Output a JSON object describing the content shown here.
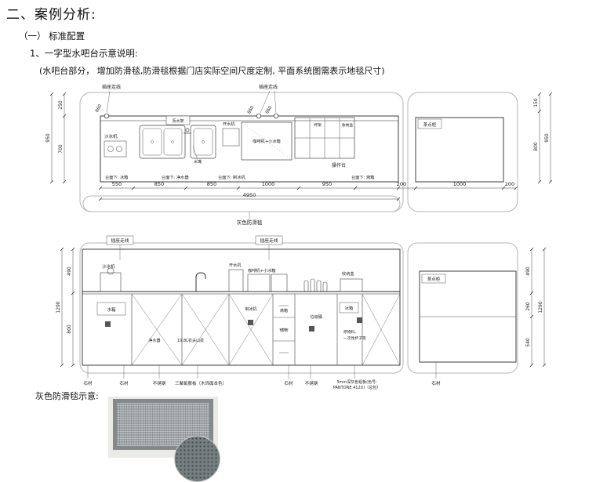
{
  "header": {
    "title": "二、案例分析:",
    "section": "（一） 标准配置",
    "item": "1、一字型水吧台示意说明:",
    "note": "(水吧台部分， 增加防滑毯,防滑毯根据门店实际空间尺度定制, 平面系统图需表示地毯尺寸)"
  },
  "plan": {
    "socket_left": "插座走线",
    "socket_right": "插座走线",
    "outlet_dims": [
      "860",
      "860",
      "860"
    ],
    "slush": "沙冰机",
    "rack": "沥水架",
    "faucet": "水嘴",
    "boiler": "开水机",
    "coffee": "咖啡机+小冰箱",
    "cup_rack": "杯架",
    "storage": "收纳盒",
    "worktop": "操作台",
    "tea_cabinet": "茶点柜",
    "mat_label": "灰色防滑毯",
    "under_fridge": "台面下: 冰箱",
    "under_purifier": "台面下: 净水器",
    "under_ice": "台面下: 制冰机",
    "under_oven": "台面下: 烤箱",
    "dim_250": "250",
    "dim_950l": "950",
    "dim_700": "700",
    "dim_150": "150",
    "dim_800r": "800",
    "dim_950r": "950",
    "seg_dims": [
      "550",
      "850",
      "850",
      "1000",
      "950",
      "200"
    ],
    "dim_total": "4950",
    "dim_1000r": "1000",
    "dim_200r": "200"
  },
  "elevation": {
    "socket_left": "插座走线",
    "socket_right": "插座走线",
    "slush": "沙冰机",
    "boiler": "开水机",
    "coffee": "咖啡机+小冰箱",
    "storage": "收纳盒",
    "tank": "水箱",
    "purifier": "净水器",
    "spring_water": "19.8L农夫山泉",
    "ice_maker": "制冰机",
    "oven": "烤箱",
    "drawer": "储物",
    "trash": "垃圾桶",
    "fridge": "冰箱",
    "supplies1": "原物料、",
    "supplies2": "一次性杯子等",
    "tea_cabinet": "茶点柜",
    "dim_490l": "490",
    "dim_1290l": "1290",
    "dim_800l": "800",
    "dim_490r": "490",
    "dim_1290r": "1290",
    "dim_260": "260",
    "dim_540": "540",
    "mat_stone1": "石材",
    "mat_stone2": "石材",
    "mat_steel1": "不锈钢",
    "mat_melamine": "三聚氰胺板（木饰面本色）",
    "mat_stone3": "石材",
    "mat_steel2": "不锈钢",
    "mat_alu1": "3mm深灰色铝板(色号:",
    "mat_alu2": "PANTONE 412U)（总包）",
    "mat_stone4": "石材"
  },
  "mat": {
    "caption": "灰色防滑毯示意:"
  }
}
